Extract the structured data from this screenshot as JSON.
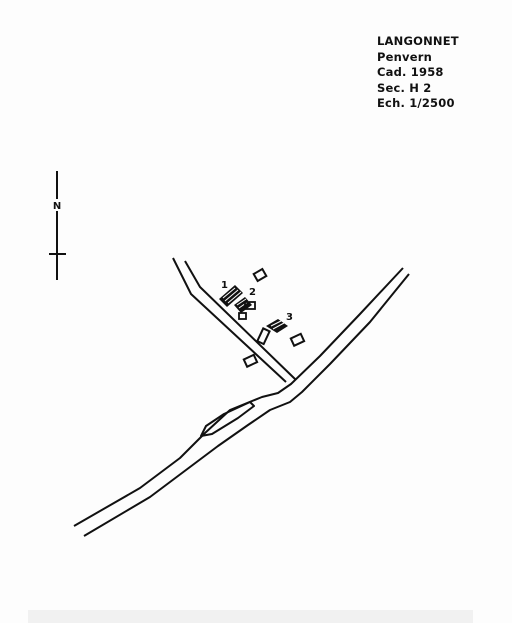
{
  "map": {
    "commune": "LANGONNET",
    "lieu_dit": "Penvern",
    "cadastre": "Cad. 1958",
    "section": "Sec. H 2",
    "echelle": "Ech. 1/2500",
    "north_label": "N",
    "building_labels": [
      "1",
      "2",
      "3"
    ],
    "ink_color": "#111111"
  }
}
